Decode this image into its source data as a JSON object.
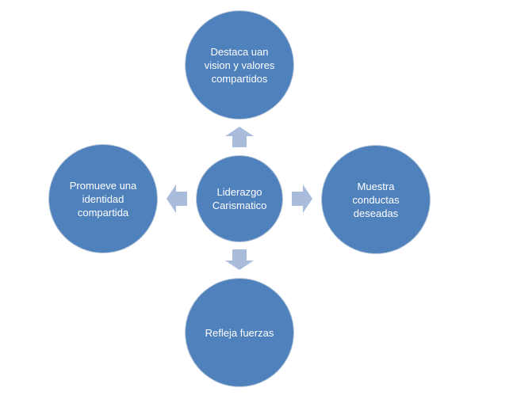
{
  "diagram": {
    "center": {
      "label": "Liderazgo\nCarismatico"
    },
    "nodes": {
      "top": {
        "label": "Destaca uan\nvision y valores\ncompartidos"
      },
      "right": {
        "label": "Muestra\nconductas\ndeseadas"
      },
      "bottom": {
        "label": "Refleja fuerzas"
      },
      "left": {
        "label": "Promueve una\nidentidad\ncompartida"
      }
    },
    "colors": {
      "node_fill": "#4f81bd",
      "node_text": "#ffffff",
      "arrow_fill": "#a9bcdc"
    },
    "icons": [
      "arrow-up-icon",
      "arrow-right-icon",
      "arrow-down-icon",
      "arrow-left-icon"
    ]
  }
}
